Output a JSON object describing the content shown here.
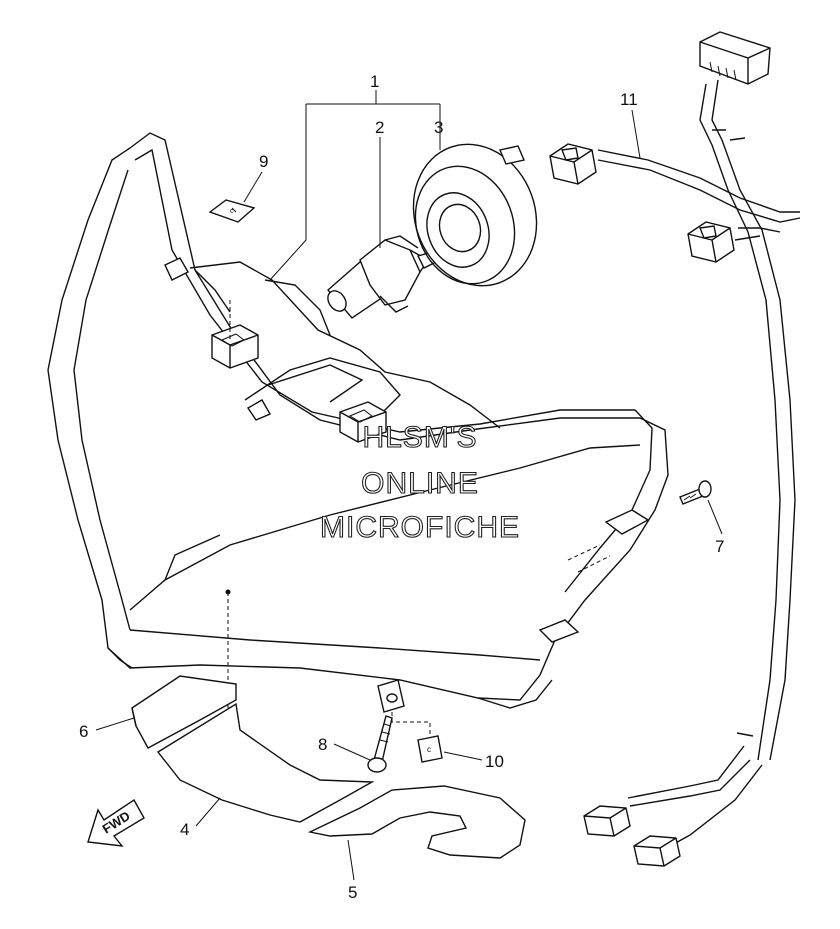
{
  "callouts": {
    "c1": "1",
    "c2": "2",
    "c3": "3",
    "c4": "4",
    "c5": "5",
    "c6": "6",
    "c7": "7",
    "c8": "8",
    "c9": "9",
    "c10": "10",
    "c11": "11"
  },
  "watermark": {
    "line1": "HLSM'S",
    "line2": "ONLINE",
    "line3": "MICROFICHE"
  },
  "direction_arrow": {
    "label": "FWD",
    "icon": "fwd-arrow-icon"
  },
  "colors": {
    "line": "#111111",
    "background": "#ffffff"
  }
}
